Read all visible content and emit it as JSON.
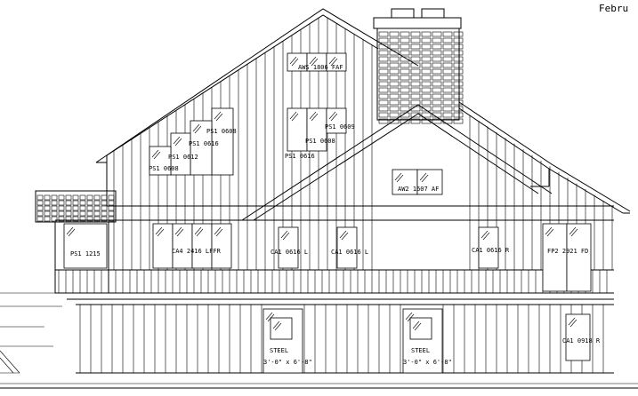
{
  "corner_text": "Febru",
  "labels": {
    "aws_1806_faf": "AWS 1806 FAF",
    "ps1_0608_a": "PS1 0608",
    "ps1_0616_a": "PS1 0616",
    "ps1_0612": "PS1 0612",
    "ps1_0608_b": "PS1 0608",
    "ps1_0616_b": "PS1 0616",
    "ps1_0609": "PS1 0609",
    "ps1_0608_c": "PS1 0608",
    "aw2_1607_af": "AW2 1607 AF",
    "ps1_1215": "PS1 1215",
    "ca4_2416": "CA4 2416 LFFR",
    "ca1_0616_l_a": "CA1 0616 L",
    "ca1_0616_l_b": "CA1 0616 L",
    "ca1_0616_r": "CA1 0616 R",
    "fp2_2921_fd": "FP2 2921 FD",
    "ca1_0918_r": "CA1 0918 R",
    "steel_1": "STEEL",
    "steel_1_size": "3'-0\" x 6'-8\"",
    "steel_2": "STEEL",
    "steel_2_size": "3'-0\" x 6'-8\""
  }
}
